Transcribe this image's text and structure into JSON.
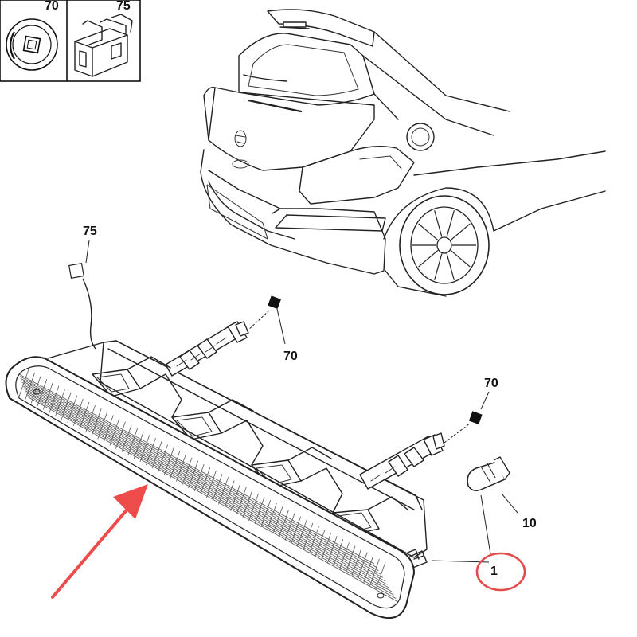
{
  "inset": {
    "cells": [
      {
        "label": "70",
        "part": "grommet"
      },
      {
        "label": "75",
        "part": "connector-clip"
      }
    ]
  },
  "callouts": {
    "c75": "75",
    "c70a": "70",
    "c70b": "70",
    "c10": "10",
    "c1": "1"
  },
  "highlight": {
    "arrow_color": "#ee4b4b",
    "circle_color": "#e24b4b"
  }
}
